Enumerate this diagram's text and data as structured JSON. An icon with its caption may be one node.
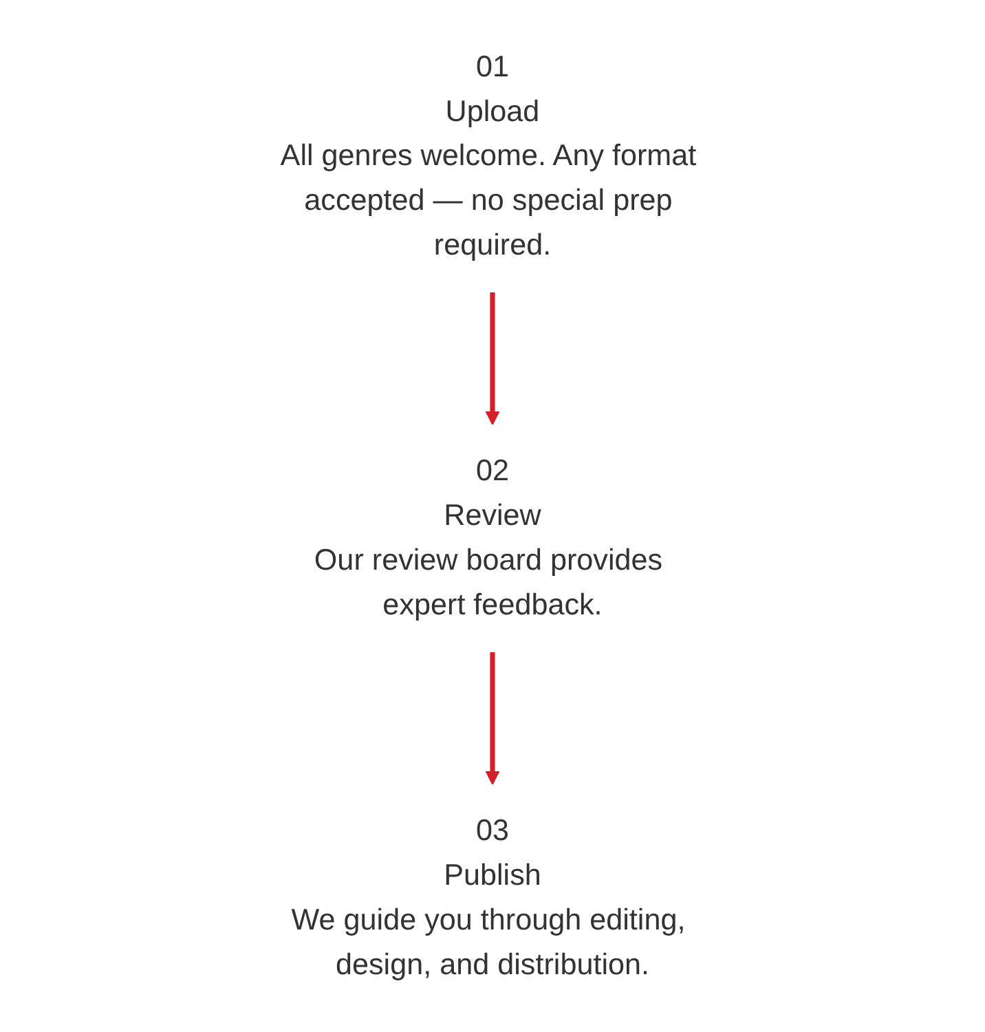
{
  "diagram": {
    "nodes": [
      {
        "text": [
          "01",
          "Upload",
          "All genres welcome. Any format accepted — no special prep required."
        ]
      },
      {
        "text": [
          "02",
          "Review",
          "Our review board provides expert feedback."
        ]
      },
      {
        "text": [
          "03",
          "Publish",
          "We guide you through editing, design, and distribution."
        ]
      }
    ],
    "edges": [
      {
        "from": 0,
        "to": 1,
        "arrow": "to",
        "color": "#d42028"
      },
      {
        "from": 1,
        "to": 2,
        "arrow": "to",
        "color": "#d42028"
      }
    ]
  }
}
